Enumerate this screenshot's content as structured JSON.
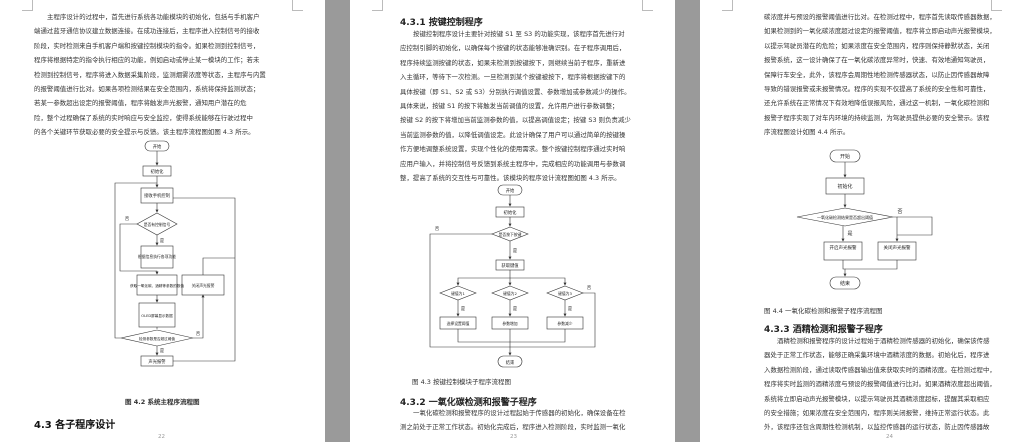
{
  "page1": {
    "paragraph": [
      "主程序设计的过程中，首先进行系统各功能模块的初始化，包括与手机客户",
      "端通过蓝牙通信协议建立数据连接。在成功连接后，主程序进入控制信号的接收",
      "阶段，实时检测来自手机客户端和按键控制模块的指令。如果检测到控制信号，",
      "程序将根据特定的指令执行相应的功能，例如启动或停止某一模块的工作；若未",
      "检测到控制信号，程序将进入数据采集阶段，监测烟雾浓度等状态，主程序与内置",
      "的报警阈值进行比对。如果各项检测结果在安全范围内，系统将保持监测状态；",
      "若某一参数超出设定的报警阈值，程序将触发声光报警，通知用户潜在的危",
      "险，整个过程确保了系统的实时响应与安全监控，使得系统能够在行驶过程中",
      "的各个关键环节获取必要的安全提示与反馈。该主程序流程图如图 4.3 所示。"
    ],
    "flow": {
      "start": "开始",
      "init": "初始化",
      "recv": "接收手机控制",
      "decision1": "是否有控制信号",
      "execute": "根据信息执行各项功能",
      "collect": "获取一氧化碳、酒精等参数的数值",
      "alarm_off": "关闭声光报警",
      "display": "OLED屏幕显示数据",
      "decision2": "检测参数是否超过阈值",
      "alarm_on": "声光报警",
      "yes": "是",
      "no": "否"
    },
    "caption": "图 4.2  系统主程序流程图",
    "heading": "4.3  各子程序设计",
    "page_number": "22"
  },
  "page2": {
    "heading": "4.3.1 按键控制程序",
    "paragraph1": [
      "按键控制程序设计主要针对按键 S1 至 S3 的功能实现，该程序首先进行对",
      "应控制引脚的初始化，以确保每个按键的状态能够准确识别。在子程序调用后，",
      "程序持续监测按键的状态，如果未检测到按键按下，则继续当前子程序，重新进",
      "入主循环，等待下一次检测。一旦检测到某个按键被按下，程序将根据按键下的",
      "具体按键（即 S1、S2 或 S3）分别执行调值设置、参数增加或参数减少的操作。",
      "具体来说，按键 S1 的按下将触发当前调值的设置，允许用户进行参数调整；",
      "按键 S2 的按下将增加当前监测参数的值，以提高调值设定；按键 S3 则负责减少",
      "当前监测参数的值，以降低调值设定。此设计确保了用户可以通过简单的按键操",
      "作方便地调整系统设置，实现个性化的使用需求。整个按键控制程序通过实时响",
      "应用户输入，并将控制信号反馈到系统主程序中，完成相应的功能调用与参数调",
      "整，提高了系统的交互性与可靠性。该模块的程序设计流程图如图 4.3 所示。"
    ],
    "flow": {
      "start": "开始",
      "init": "初始化",
      "decision": "是否按下按键",
      "get": "获取键值",
      "k1": "键值为1",
      "k2": "键值为2",
      "k3": "键值为3",
      "act1": "选择设置阈值",
      "act2": "参数增加",
      "act3": "参数减少",
      "end": "结束",
      "yes": "是",
      "no": "否"
    },
    "caption": "图 4.3  按键控制模块子程序流程图",
    "heading2": "4.3.2 一氧化碳检测和报警子程序",
    "paragraph2": [
      "一氧化碳检测和报警程序的设计过程起始于传感器的初始化，确保设备在检",
      "测之前处于正常工作状态。初始化完成后，程序进入检测阶段，实时监测一氧化"
    ],
    "page_number": "23"
  },
  "page3": {
    "paragraph1": [
      "碳浓度并与预设的报警阈值进行比对。在检测过程中，程序首先读取传感器数据，",
      "如果检测到的一氧化碳浓度超过设定的报警阈值，程序将立即启动声光报警模块，",
      "以提示驾驶员潜在的危险；如果浓度在安全范围内，程序则保持静默状态，关闭",
      "报警系统，这一设计确保了在一氧化碳浓度异常时，快速、有效地通知驾驶员，",
      "保障行车安全，此外，该程序会周期性地检测传感器状态，以防止因传感器故障",
      "导致的错误报警或未报警情况。程序的实现不仅提高了系统的安全性和可靠性，",
      "还允许系统在正常情况下有效地降低误报风险，通过这一机制，一氧化碳检测和",
      "报警子程序实现了对车内环境的持续监测，为驾驶员提供必要的安全警示。该程",
      "序流程图设计如图 4.4 所示。"
    ],
    "flow": {
      "start": "开始",
      "init": "初始化",
      "decision": "一氧化碳检测结果是否超出阈值",
      "on": "开启声光报警",
      "off": "关闭声光报警",
      "end": "结束",
      "yes": "是",
      "no": "否"
    },
    "caption": "图 4.4  一氧化碳检测和报警子程序流程图",
    "heading": "4.3.3 酒精检测和报警子程序",
    "paragraph2": [
      "酒精检测和报警程序的设计过程始于酒精检测传感器的初始化，确保该传感",
      "器处于正常工作状态，能够正确采集环境中酒精浓度的数据。初始化后，程序进",
      "入数据检测阶段，通过读取传感器输出值来获取实时的酒精浓度。在检测过程中，",
      "程序将实时监测的酒精浓度与预设的报警阈值进行比对。如果酒精浓度超出阈值，",
      "系统将立即启动声光报警模块，以提示驾驶员其酒精浓度超标，提醒其采取相应",
      "的安全措施；如果浓度在安全范围内，程序则关闭报警，维持正常运行状态。此",
      "外，该程序还包含周期性检测机制，以监控传感器的运行状态，防止因传感器故"
    ],
    "page_number": "24"
  }
}
